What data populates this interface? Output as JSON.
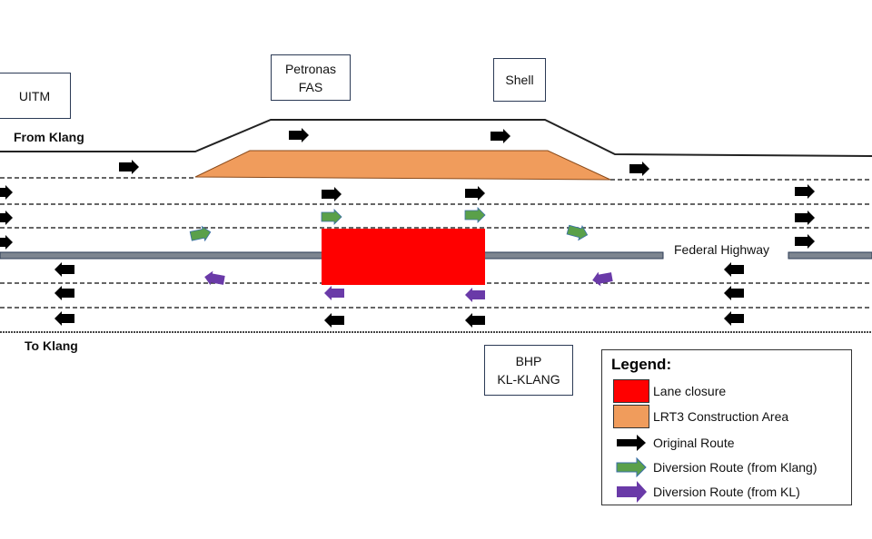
{
  "locations": {
    "uitm": "UITM",
    "petronas": [
      "Petronas",
      "FAS"
    ],
    "shell": "Shell",
    "bhp": [
      "BHP",
      "KL-KLANG"
    ]
  },
  "road_labels": {
    "from_klang": "From Klang",
    "to_klang": "To Klang",
    "highway": "Federal Highway"
  },
  "legend": {
    "title": "Legend:",
    "items": [
      {
        "label": "Lane closure",
        "color": "#ff0000",
        "kind": "box"
      },
      {
        "label": "LRT3 Construction Area",
        "color": "#f09c5c",
        "kind": "box"
      },
      {
        "label": "Original Route",
        "color": "#000000",
        "kind": "arrow"
      },
      {
        "label": "Diversion Route (from Klang)",
        "color": "#5aa04a",
        "kind": "arrow"
      },
      {
        "label": "Diversion Route (from KL)",
        "color": "#6a3aa8",
        "kind": "arrow"
      }
    ]
  },
  "colors": {
    "lane_closure": "#ff0000",
    "construction": "#f09c5c",
    "original": "#000000",
    "diversion_klang": "#5aa04a",
    "diversion_kl": "#6a3aa8",
    "median": "#7d8590"
  }
}
